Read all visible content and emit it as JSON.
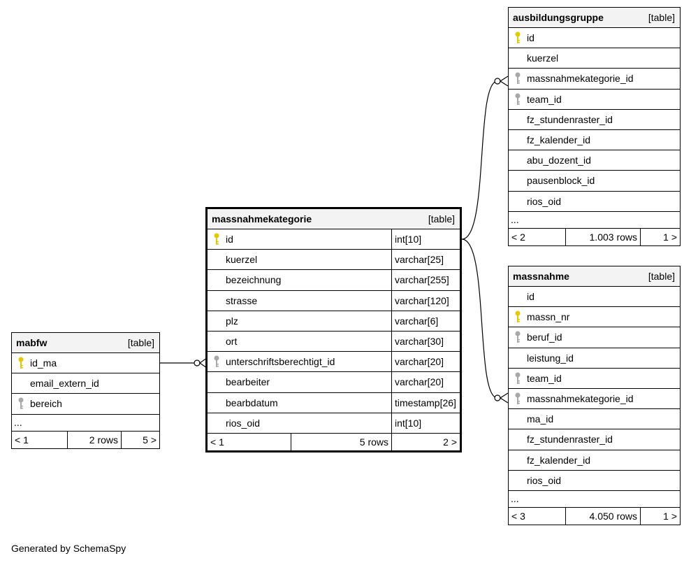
{
  "footer": "Generated by SchemaSpy",
  "tables": {
    "mabfw": {
      "name": "mabfw",
      "tag": "[table]",
      "columns": [
        {
          "name": "id_ma",
          "key": "pk"
        },
        {
          "name": "email_extern_id",
          "key": ""
        },
        {
          "name": "bereich",
          "key": "fk"
        }
      ],
      "ellipsis": "...",
      "footer": {
        "left": "< 1",
        "mid": "2 rows",
        "right": "5 >"
      }
    },
    "massnahmekategorie": {
      "name": "massnahmekategorie",
      "tag": "[table]",
      "columns": [
        {
          "name": "id",
          "type": "int[10]",
          "key": "pk"
        },
        {
          "name": "kuerzel",
          "type": "varchar[25]",
          "key": ""
        },
        {
          "name": "bezeichnung",
          "type": "varchar[255]",
          "key": ""
        },
        {
          "name": "strasse",
          "type": "varchar[120]",
          "key": ""
        },
        {
          "name": "plz",
          "type": "varchar[6]",
          "key": ""
        },
        {
          "name": "ort",
          "type": "varchar[30]",
          "key": ""
        },
        {
          "name": "unterschriftsberechtigt_id",
          "type": "varchar[20]",
          "key": "fk"
        },
        {
          "name": "bearbeiter",
          "type": "varchar[20]",
          "key": ""
        },
        {
          "name": "bearbdatum",
          "type": "timestamp[26]",
          "key": ""
        },
        {
          "name": "rios_oid",
          "type": "int[10]",
          "key": ""
        }
      ],
      "footer": {
        "left": "< 1",
        "mid": "5 rows",
        "right": "2 >"
      }
    },
    "ausbildungsgruppe": {
      "name": "ausbildungsgruppe",
      "tag": "[table]",
      "columns": [
        {
          "name": "id",
          "key": "pk"
        },
        {
          "name": "kuerzel",
          "key": ""
        },
        {
          "name": "massnahmekategorie_id",
          "key": "fk"
        },
        {
          "name": "team_id",
          "key": "fk"
        },
        {
          "name": "fz_stundenraster_id",
          "key": ""
        },
        {
          "name": "fz_kalender_id",
          "key": ""
        },
        {
          "name": "abu_dozent_id",
          "key": ""
        },
        {
          "name": "pausenblock_id",
          "key": ""
        },
        {
          "name": "rios_oid",
          "key": ""
        }
      ],
      "ellipsis": "...",
      "footer": {
        "left": "< 2",
        "mid": "1.003 rows",
        "right": "1 >"
      }
    },
    "massnahme": {
      "name": "massnahme",
      "tag": "[table]",
      "columns": [
        {
          "name": "id",
          "key": ""
        },
        {
          "name": "massn_nr",
          "key": "pk"
        },
        {
          "name": "beruf_id",
          "key": "fk"
        },
        {
          "name": "leistung_id",
          "key": ""
        },
        {
          "name": "team_id",
          "key": "fk"
        },
        {
          "name": "massnahmekategorie_id",
          "key": "fk"
        },
        {
          "name": "ma_id",
          "key": ""
        },
        {
          "name": "fz_stundenraster_id",
          "key": ""
        },
        {
          "name": "fz_kalender_id",
          "key": ""
        },
        {
          "name": "rios_oid",
          "key": ""
        }
      ],
      "ellipsis": "...",
      "footer": {
        "left": "< 3",
        "mid": "4.050 rows",
        "right": "1 >"
      }
    }
  },
  "colors": {
    "pk": "#e8c800",
    "fk": "#a8a8a8",
    "header": "#f3f3f3"
  }
}
